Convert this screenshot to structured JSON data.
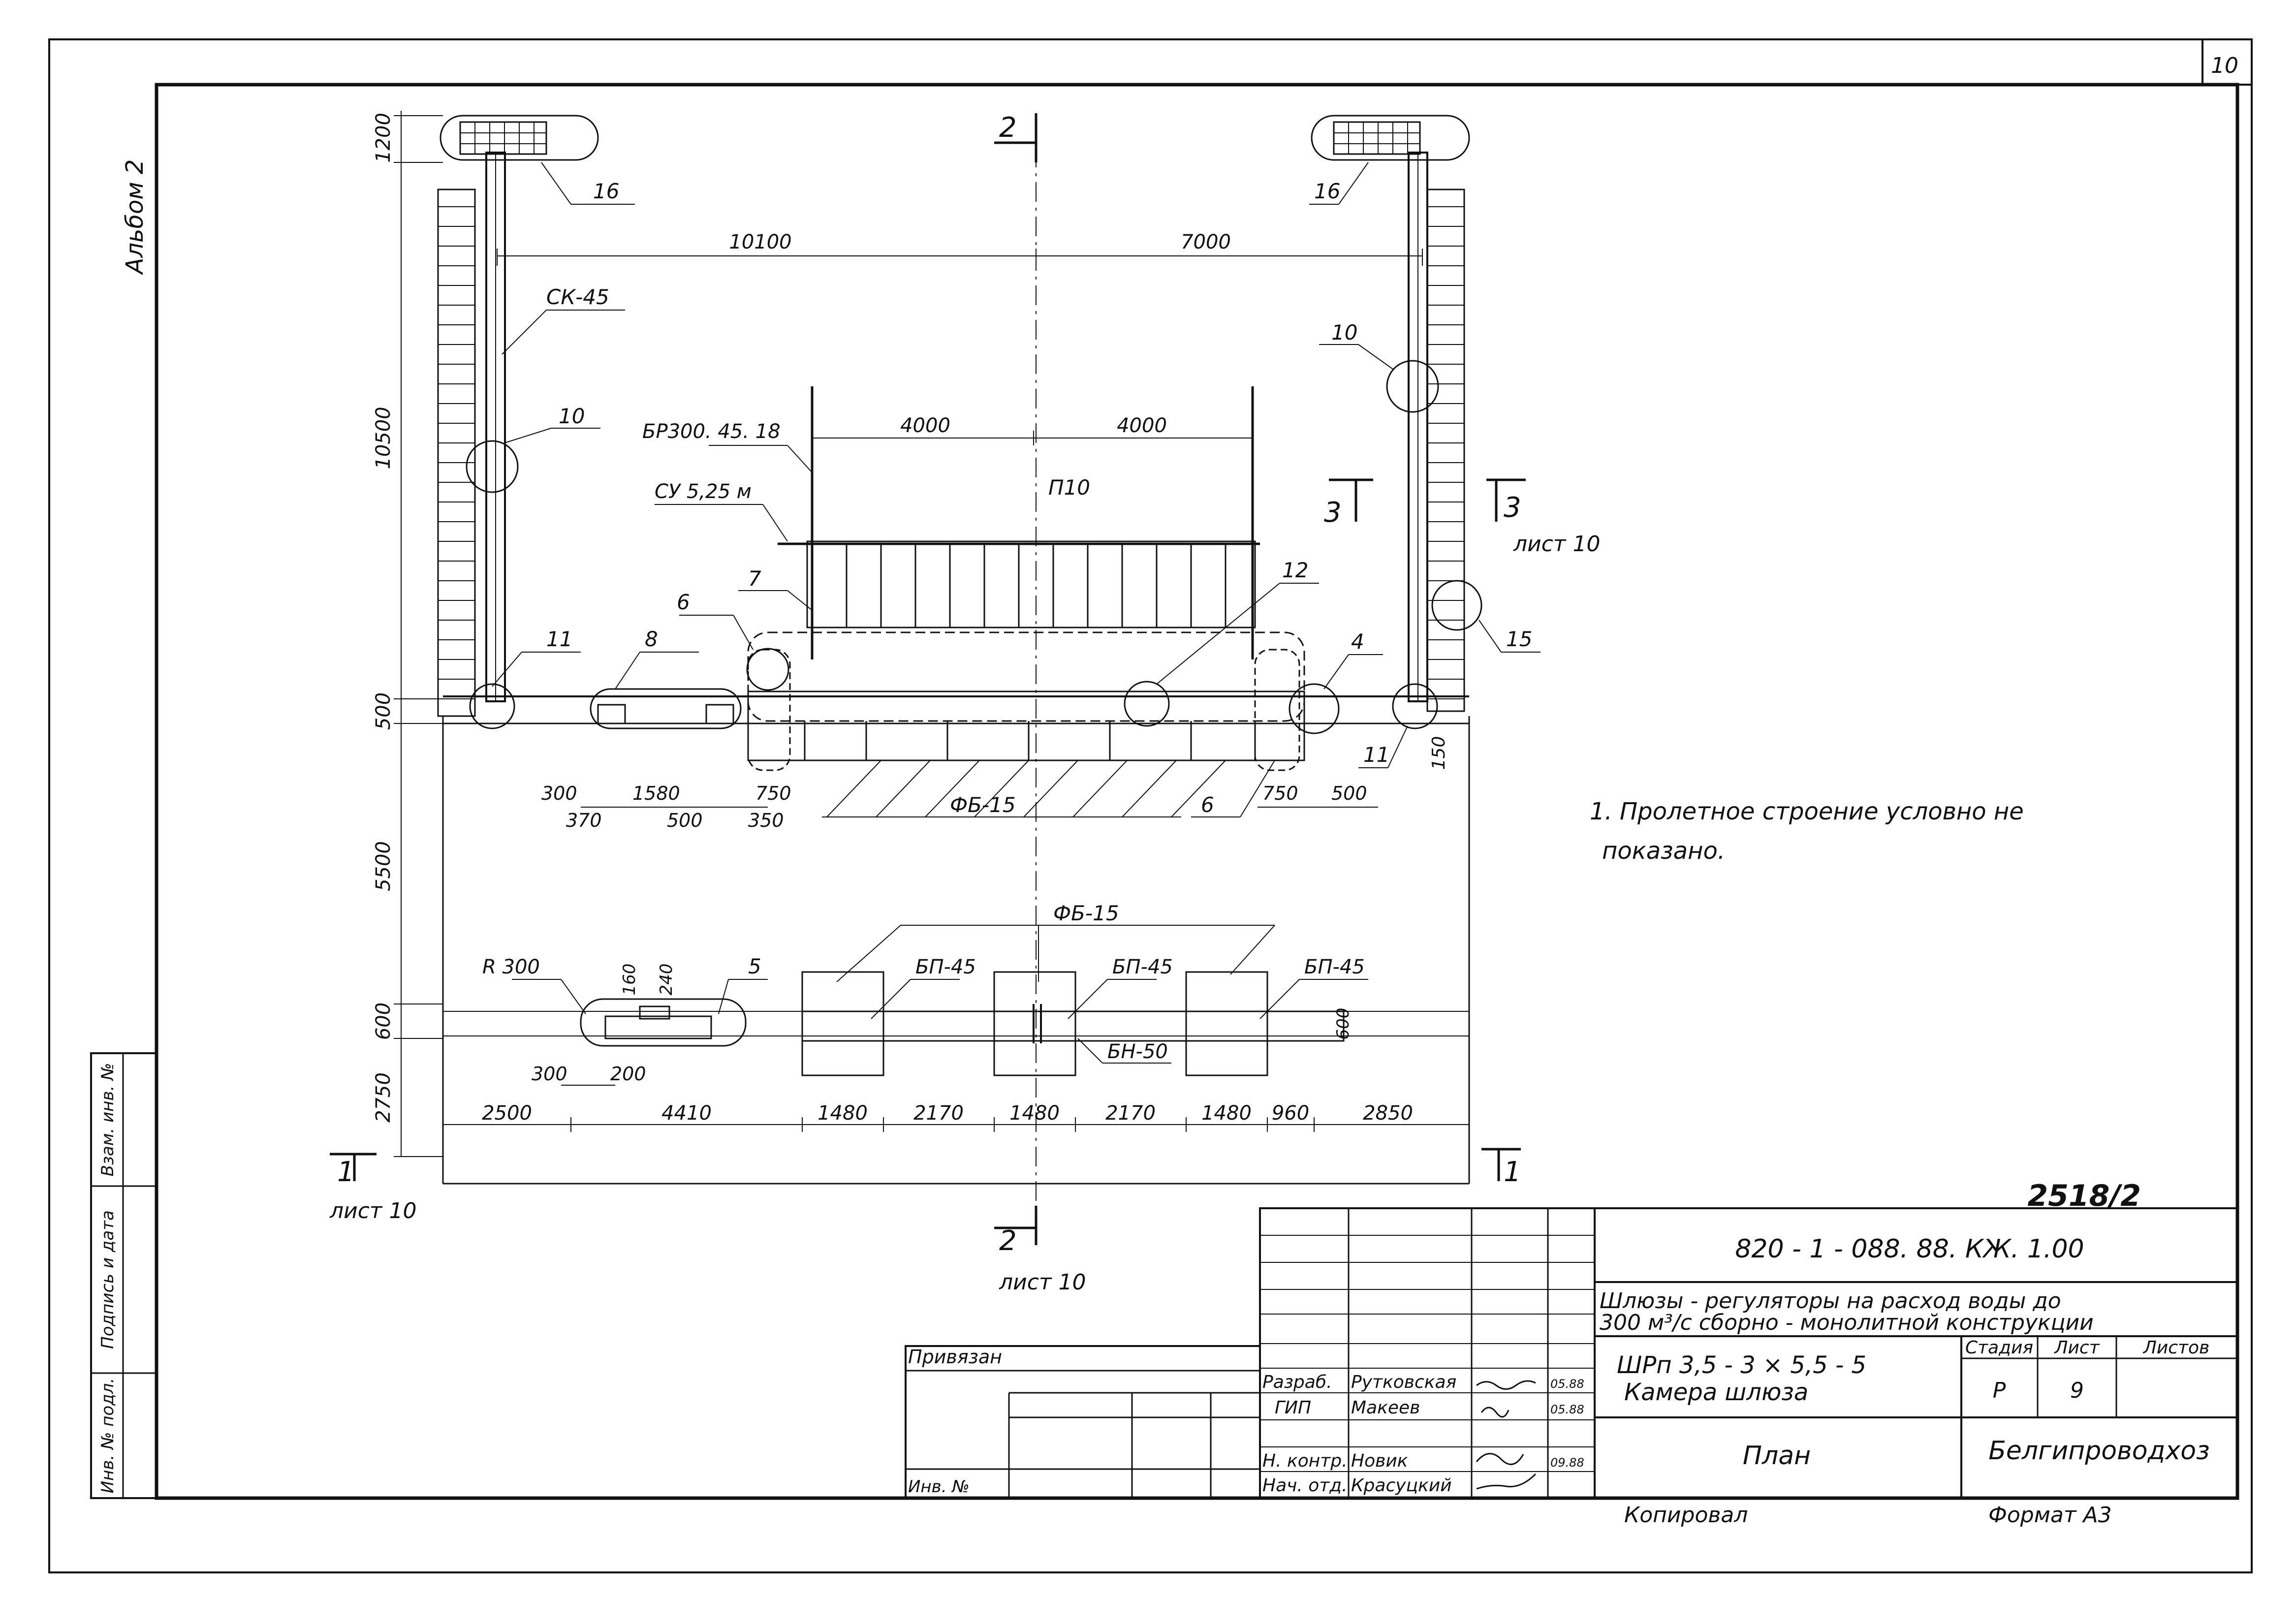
{
  "sheet": {
    "page_number": "10",
    "album": "Альбом 2",
    "series_stamp": "2518/2",
    "copied_by": "Копировал",
    "format": "Формат А3"
  },
  "note": {
    "line1": "1. Пролетное строение условно не",
    "line2": "показано."
  },
  "side_stamp": {
    "inv_podl": "Инв. № подл.",
    "podpis_data": "Подпись и дата",
    "vzam_inv": "Взам. инв. №"
  },
  "title_block": {
    "code": "820 - 1 - 088. 88. КЖ. 1.00",
    "project_line1": "Шлюзы - регуляторы на расход воды до",
    "project_line2": "300 м³/с сборно - монолитной конструкции",
    "object_line1": "ШРп 3,5 - 3 × 5,5 - 5",
    "object_line2": "Камера шлюза",
    "sheet_name": "План",
    "organization": "Белгипроводхоз",
    "privyazan": "Привязан",
    "inv_no": "Инв. №",
    "col_stage": "Стадия",
    "col_sheet": "Лист",
    "col_sheets": "Листов",
    "stage": "Р",
    "sheet_no": "9",
    "roles": [
      {
        "role": "Разраб.",
        "name": "Рутковская",
        "date": "05.88"
      },
      {
        "role": "ГИП",
        "name": "Макеев",
        "date": "05.88"
      },
      {
        "role": "Н. контр.",
        "name": "Новик",
        "date": "09.88"
      },
      {
        "role": "Нач. отд.",
        "name": "Красуцкий",
        "date": ""
      }
    ]
  },
  "section_marks": {
    "s2_top": "2",
    "s2_bottom": "2",
    "s2_sheet": "лист 10",
    "s3_left": "3",
    "s3_right": "3",
    "s3_sheet": "лист 10",
    "s1_left": "1",
    "s1_right": "1",
    "s1_sheet": "лист 10"
  },
  "labels": {
    "sk45": "СК-45",
    "br": "БР300. 45. 18",
    "su": "СУ 5,25 м",
    "p10": "П10",
    "fb15_top": "ФБ-15",
    "fb15_bottom": "ФБ-15",
    "bp45_1": "БП-45",
    "bp45_2": "БП-45",
    "bp45_3": "БП-45",
    "bn50": "БН-50",
    "r300": "R 300",
    "c16_left": "16",
    "c16_right": "16",
    "c10_left": "10",
    "c10_right": "10",
    "c11_left": "11",
    "c11_right": "11",
    "c8": "8",
    "c7": "7",
    "c6_top": "6",
    "c6_bottom": "6",
    "c12": "12",
    "c4": "4",
    "c15": "15",
    "c5": "5"
  },
  "dims": {
    "top_left": "10100",
    "top_right": "7000",
    "inner_left": "4000",
    "inner_right": "4000",
    "left_1200": "1200",
    "left_10500": "10500",
    "left_500": "500",
    "left_5500": "5500",
    "left_600": "600",
    "left_2750": "2750",
    "d300": "300",
    "d370": "370",
    "d1580": "1580",
    "d500a": "500",
    "d350": "350",
    "d750a": "750",
    "d750b": "750",
    "d500b": "500",
    "d150": "150",
    "d160": "160",
    "d240": "240",
    "d300b": "300",
    "d200": "200",
    "d600r": "600",
    "bottom": [
      "2500",
      "4410",
      "1480",
      "2170",
      "1480",
      "2170",
      "1480",
      "960",
      "2850"
    ]
  }
}
